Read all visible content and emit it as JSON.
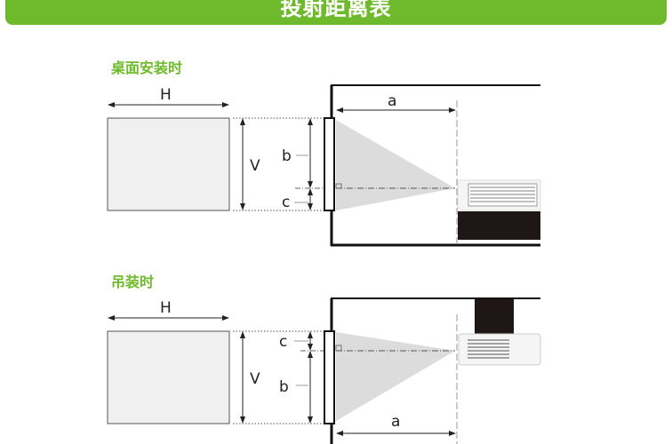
{
  "header": {
    "title": "投射距离表"
  },
  "sections": [
    {
      "title": "桌面安装时",
      "labels": {
        "H": "H",
        "V": "V",
        "a": "a",
        "b": "b",
        "c": "c"
      }
    },
    {
      "title": "吊装时",
      "labels": {
        "H": "H",
        "V": "V",
        "a": "a",
        "b": "b",
        "c": "c"
      }
    }
  ],
  "colors": {
    "accent": "#6fba2c"
  }
}
